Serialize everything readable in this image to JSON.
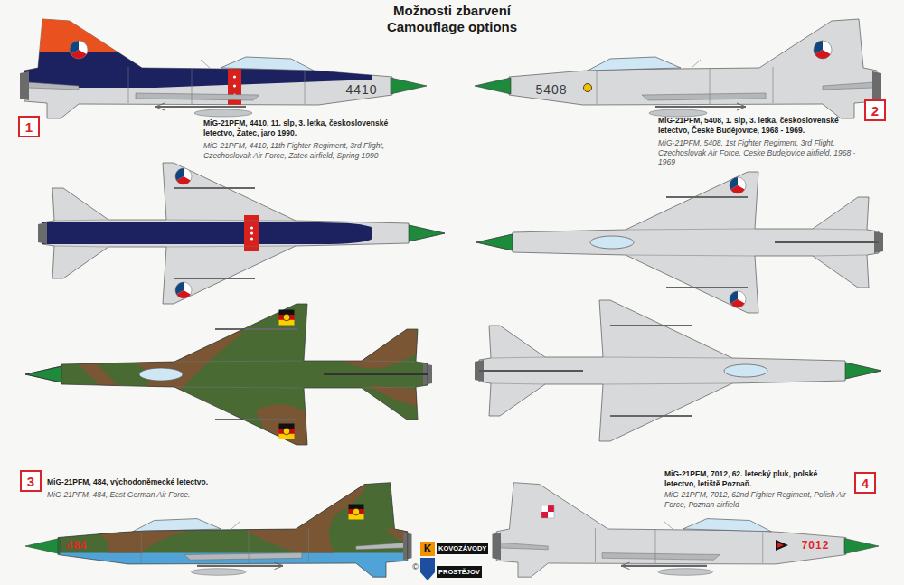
{
  "diagram": {
    "title": "Možnosti zbarvení",
    "nodes": [
      {
        "text": [
          "1"
        ]
      },
      {
        "text": [
          "2"
        ]
      },
      {
        "text": [
          "3"
        ]
      },
      {
        "text": [
          "4"
        ]
      }
    ],
    "labels": [
      "Camouflage options",
      "MiG-21PFM, 4410, 11. slp, 3. letka, československé letectvo, Žatec, jaro 1990.",
      "MiG-21PFM, 4410, 11th Fighter Regiment, 3rd Flight, Czechoslovak Air Force, Zatec airfield, Spring 1990",
      "MiG-21PFM, 5408, 1. slp, 3. letka, československé letectvo, České Budějovice, 1968 - 1969.",
      "MiG-21PFM, 5408, 1st Fighter Regiment, 3rd Flight, Czechoslovak Air Force, Ceske Budejovice airfield, 1968 - 1969",
      "MiG-21PFM, 484, východoněmecké letectvo.",
      "MiG-21PFM, 484, East German Air Force.",
      "MiG-21PFM, 7012, 62. letecký pluk, polské letectvo, letiště Poznaň.",
      "MiG-21PFM, 7012, 62nd Fighter Regiment, Polish Air Force, Poznan airfield",
      "4410",
      "5408",
      "484",
      "7012",
      "©",
      "K",
      "KOVOZÁVODY",
      "PROSTĚJOV"
    ]
  }
}
